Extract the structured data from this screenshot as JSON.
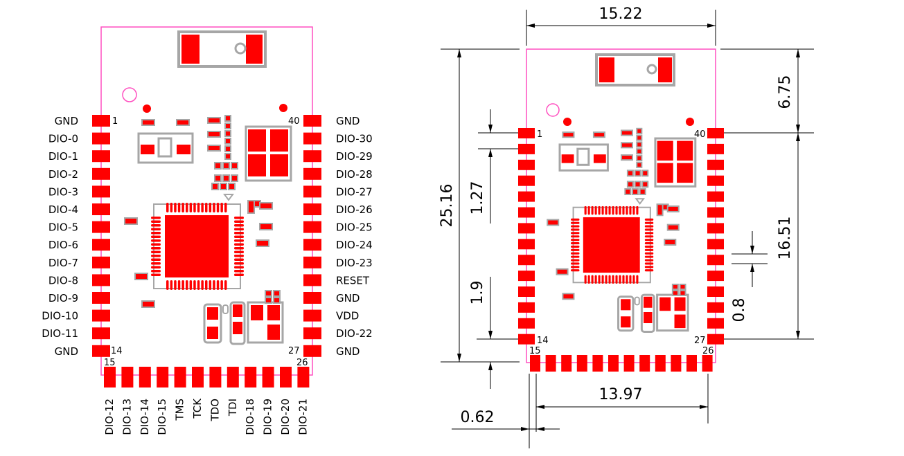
{
  "left_view": {
    "pins_left": {
      "labels": [
        "GND",
        "DIO-0",
        "DIO-1",
        "DIO-2",
        "DIO-3",
        "DIO-4",
        "DIO-5",
        "DIO-6",
        "DIO-7",
        "DIO-8",
        "DIO-9",
        "DIO-10",
        "DIO-11",
        "GND"
      ],
      "first_number": "1",
      "last_number": "14"
    },
    "pins_right": {
      "labels": [
        "GND",
        "DIO-30",
        "DIO-29",
        "DIO-28",
        "DIO-27",
        "DIO-26",
        "DIO-25",
        "DIO-24",
        "DIO-23",
        "RESET",
        "GND",
        "VDD",
        "DIO-22",
        "GND"
      ],
      "first_number": "40",
      "last_number": "27"
    },
    "pins_bottom": {
      "labels": [
        "DIO-12",
        "DIO-13",
        "DIO-14",
        "DIO-15",
        "TMS",
        "TCK",
        "TDO",
        "TDI",
        "DIO-18",
        "DIO-19",
        "DIO-20",
        "DIO-21"
      ],
      "first_number": "15",
      "last_number": "26"
    }
  },
  "right_view": {
    "pin_numbers": {
      "tl": "1",
      "bl": "14",
      "tr": "40",
      "br": "27",
      "b_first": "15",
      "b_last": "26"
    },
    "dimensions": {
      "top_width": "15.22",
      "total_height": "25.16",
      "antenna_height": "6.75",
      "pin_pitch": "1.27",
      "pad_height": "1.9",
      "pin_span": "16.51",
      "pad_width": "0.8",
      "bottom_span": "13.97",
      "edge_offset": "0.62"
    }
  },
  "colors": {
    "pad": "#ff0000",
    "outline": "#ff4fc0",
    "silk": "#a6a6a6",
    "line": "#000000"
  }
}
